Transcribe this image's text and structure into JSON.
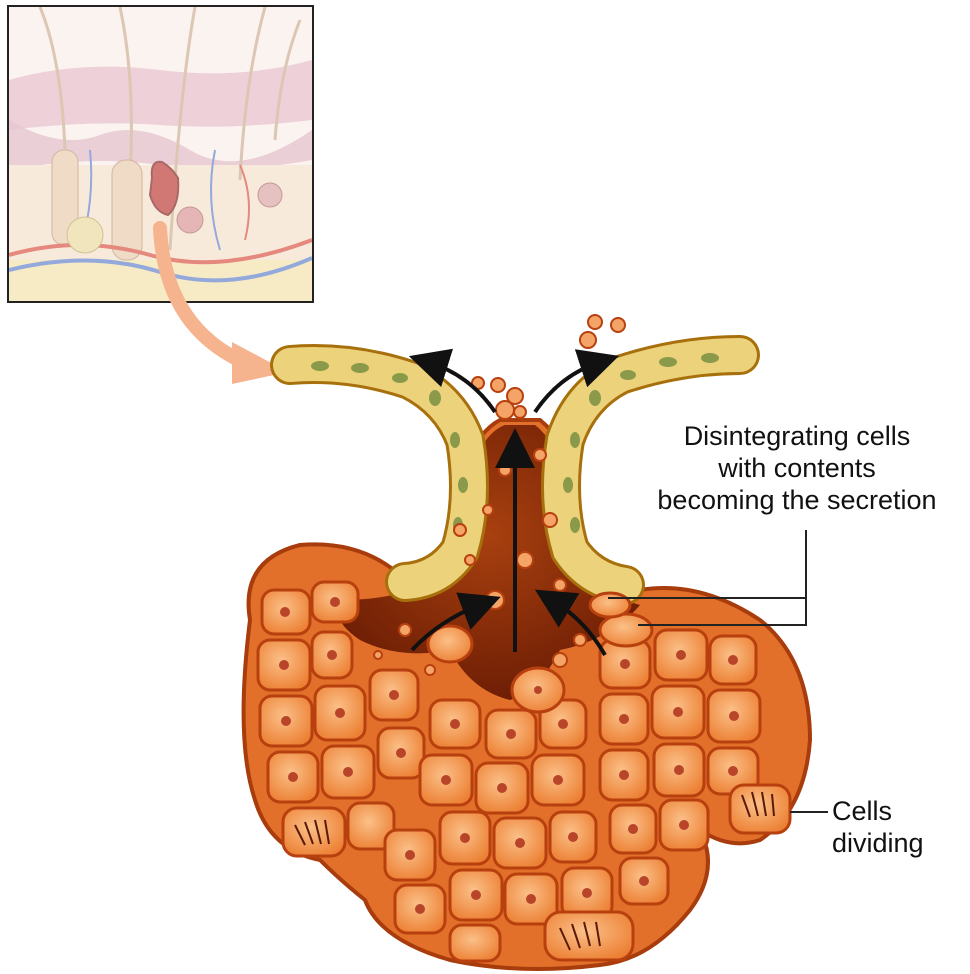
{
  "labels": {
    "secretion": {
      "line1": "Disintegrating cells",
      "line2": "with contents",
      "line3": "becoming the secretion"
    },
    "dividing": {
      "line1": "Cells",
      "line2": "dividing"
    }
  },
  "colors": {
    "cell_fill": "#f08a3c",
    "cell_light": "#f7b070",
    "cell_outline": "#b8400f",
    "lumen": "#8a2a08",
    "duct_cell": "#ecd27a",
    "duct_nucleus": "#8a9a4a",
    "inset_skin": "#f2c9c0",
    "inset_gland": "#b8302a",
    "pointer_arrow": "#f5b38e"
  },
  "icons": {
    "inset": "skin-cross-section-thumbnail",
    "pointer": "curved-arrow-pointer"
  }
}
